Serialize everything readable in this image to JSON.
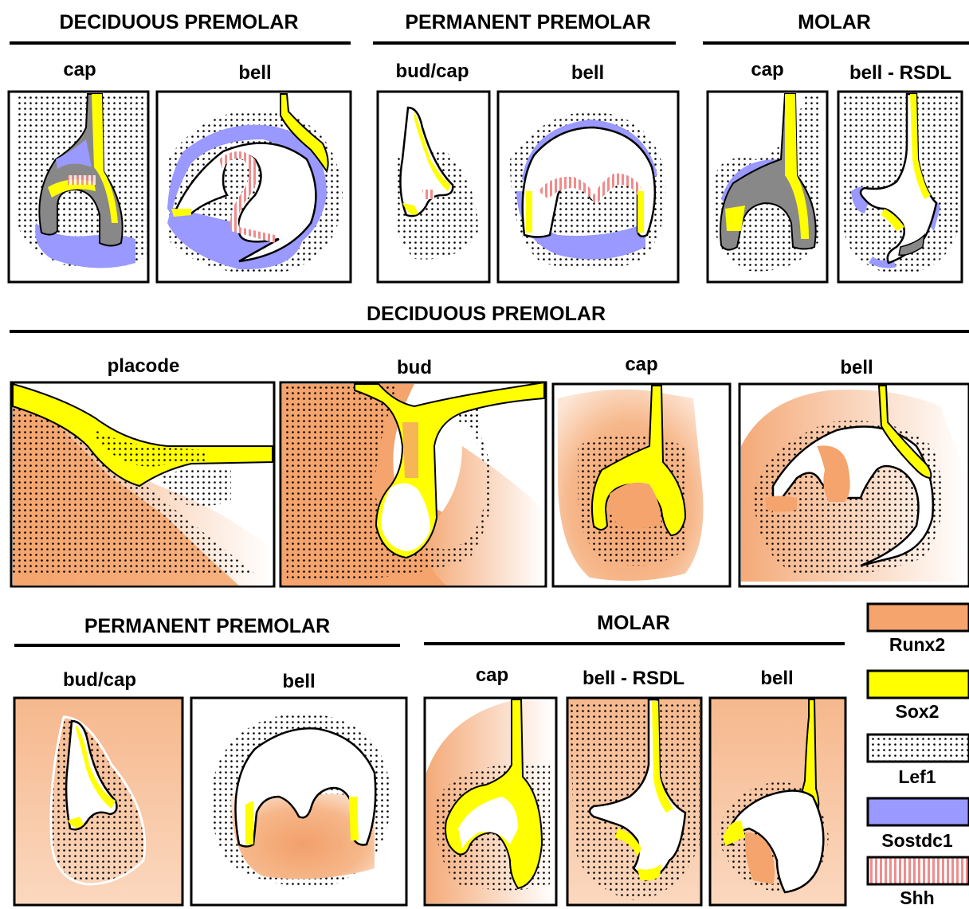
{
  "top_row": {
    "sections": [
      {
        "title": "DECIDUOUS PREMOLAR",
        "stages": [
          "cap",
          "bell"
        ]
      },
      {
        "title": "PERMANENT PREMOLAR",
        "stages": [
          "bud/cap",
          "bell"
        ]
      },
      {
        "title": "MOLAR",
        "stages": [
          "cap",
          "bell - RSDL"
        ]
      }
    ]
  },
  "middle_row": {
    "title": "DECIDUOUS PREMOLAR",
    "stages": [
      "placode",
      "bud",
      "cap",
      "bell"
    ]
  },
  "bottom_row": {
    "sections": [
      {
        "title": "PERMANENT PREMOLAR",
        "stages": [
          "bud/cap",
          "bell"
        ]
      },
      {
        "title": "MOLAR",
        "stages": [
          "cap",
          "bell - RSDL",
          "bell"
        ]
      }
    ]
  },
  "legend": [
    {
      "label": "Runx2",
      "color": "#f4a46c"
    },
    {
      "label": "Sox2",
      "color": "#ffff00"
    },
    {
      "label": "Lef1",
      "color": "dotted"
    },
    {
      "label": "Sostdc1",
      "color": "#9999ff"
    },
    {
      "label": "Shh",
      "color": "#f4a0a0"
    }
  ]
}
